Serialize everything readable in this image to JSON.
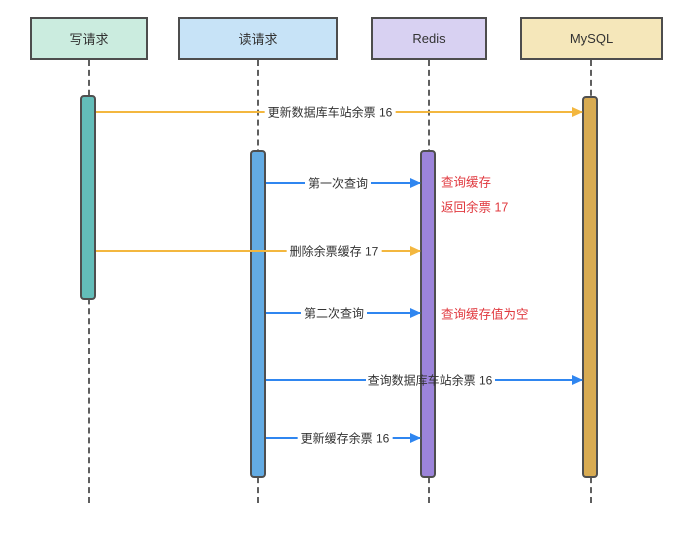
{
  "participants": [
    {
      "id": "write-request",
      "label": "写请求"
    },
    {
      "id": "read-request",
      "label": "读请求"
    },
    {
      "id": "redis",
      "label": "Redis"
    },
    {
      "id": "mysql",
      "label": "MySQL"
    }
  ],
  "messages": [
    {
      "label": "更新数据库车站余票 16",
      "from": "写请求",
      "to": "MySQL",
      "color": "orange"
    },
    {
      "label": "第一次查询",
      "from": "读请求",
      "to": "Redis",
      "color": "blue"
    },
    {
      "label": "删除余票缓存 17",
      "from": "写请求",
      "to": "Redis",
      "color": "orange"
    },
    {
      "label": "第二次查询",
      "from": "读请求",
      "to": "Redis",
      "color": "blue"
    },
    {
      "label": "查询数据库车站余票 16",
      "from": "读请求",
      "to": "MySQL",
      "color": "blue"
    },
    {
      "label": "更新缓存余票 16",
      "from": "读请求",
      "to": "Redis",
      "color": "blue"
    }
  ],
  "notes": [
    {
      "label": "查询缓存",
      "near": "Redis"
    },
    {
      "label": "返回余票 17",
      "near": "Redis"
    },
    {
      "label": "查询缓存值为空",
      "near": "Redis"
    }
  ],
  "colors": {
    "actor_write_fill": "#cbecdf",
    "actor_read_fill": "#c7e3f7",
    "actor_redis_fill": "#d8d1f2",
    "actor_mysql_fill": "#f5e7ba",
    "bar_write_fill": "#63bdb9",
    "bar_read_fill": "#63abe3",
    "bar_redis_fill": "#9c84da",
    "bar_mysql_fill": "#d8ab52",
    "arrow_orange": "#f3b73f",
    "arrow_blue": "#2f86f0",
    "note_red": "#e0383e",
    "border": "#4d4d4d",
    "text": "#333333"
  }
}
